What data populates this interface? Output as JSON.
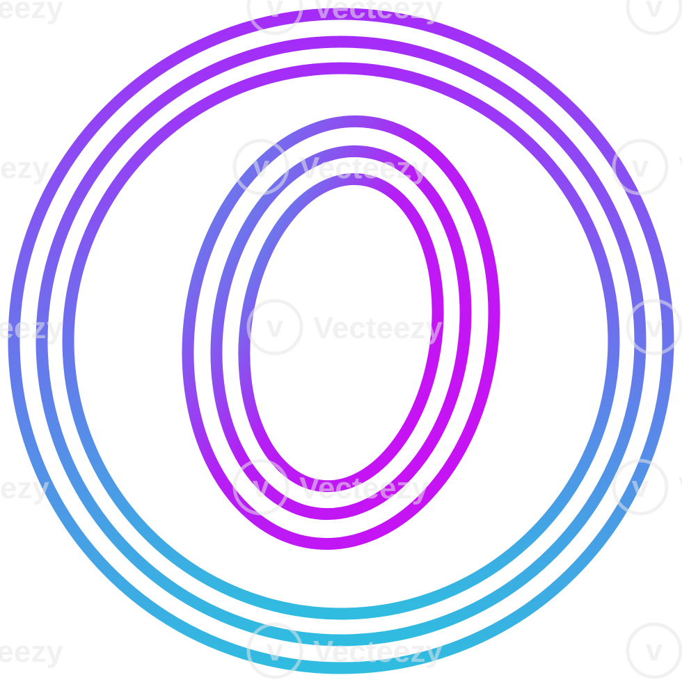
{
  "artwork": {
    "subject": "number-zero-emblem",
    "gradient_outer": {
      "top": "#A52CF8",
      "bottom": "#30BCE0"
    },
    "gradient_inner": {
      "top": "#C812F4",
      "bottom": "#C812F4",
      "left_tint": "#5E88EA"
    }
  },
  "watermark": {
    "text": "Vecteezy",
    "logo_letter": "v",
    "color": "#e6e6e6"
  }
}
